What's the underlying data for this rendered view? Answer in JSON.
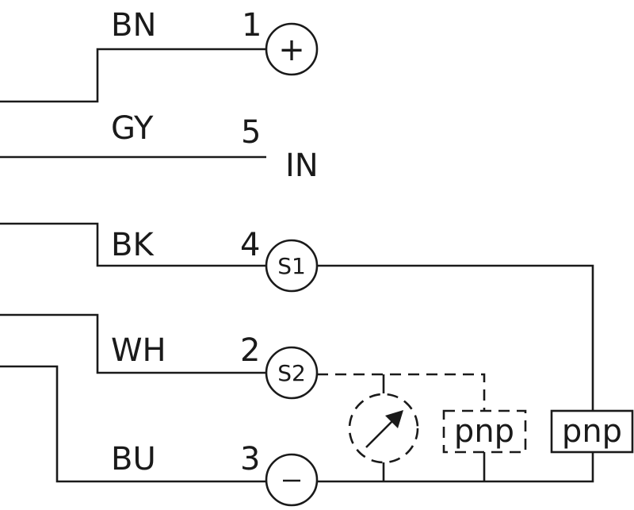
{
  "wires": [
    {
      "color": "BN",
      "pin": "1",
      "terminal": "+"
    },
    {
      "color": "GY",
      "pin": "5",
      "terminal": "IN"
    },
    {
      "color": "BK",
      "pin": "4",
      "terminal": "S1"
    },
    {
      "color": "WH",
      "pin": "2",
      "terminal": "S2"
    },
    {
      "color": "BU",
      "pin": "3",
      "terminal": "−"
    }
  ],
  "outputs": {
    "optional_output": "pnp",
    "switch_output": "pnp"
  },
  "line_color": "#1a1a1a"
}
